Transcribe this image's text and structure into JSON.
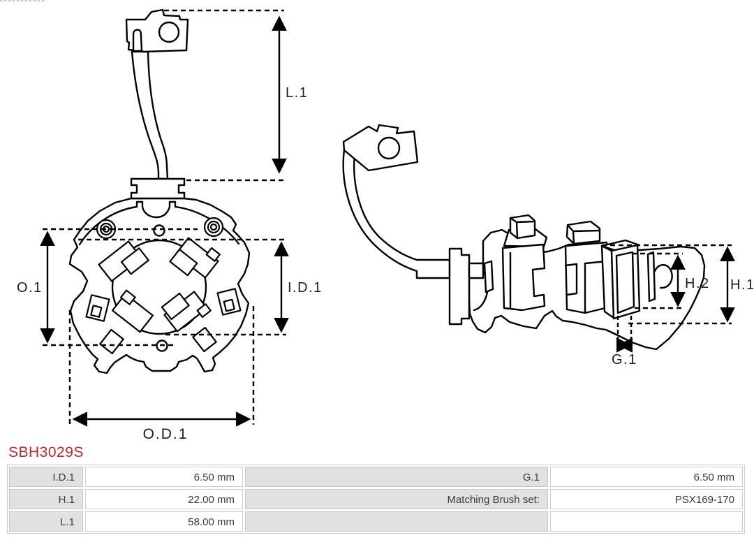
{
  "product": {
    "code": "SBH3029S"
  },
  "colors": {
    "accent_red": "#c1272d",
    "line_art": "#000000",
    "table_label_bg": "#e1e1e1"
  },
  "diagrams": {
    "left": {
      "description": "brush holder front view with terminal lead",
      "dimension_labels": {
        "l1": "L.1",
        "o1": "O.1",
        "id1": "I.D.1",
        "od1": "O.D.1"
      }
    },
    "right": {
      "description": "brush holder side perspective view with terminal lead",
      "dimension_labels": {
        "h2": "H.2",
        "h1": "H.1",
        "g1": "G.1"
      }
    }
  },
  "spec_table": {
    "rows": [
      {
        "label1": "I.D.1",
        "value1": "6.50 mm",
        "label2": "G.1",
        "value2": "6.50 mm"
      },
      {
        "label1": "H.1",
        "value1": "22.00 mm",
        "label2": "Matching Brush set:",
        "value2": "PSX169-170"
      },
      {
        "label1": "L.1",
        "value1": "58.00 mm",
        "label2": "",
        "value2": ""
      }
    ]
  }
}
